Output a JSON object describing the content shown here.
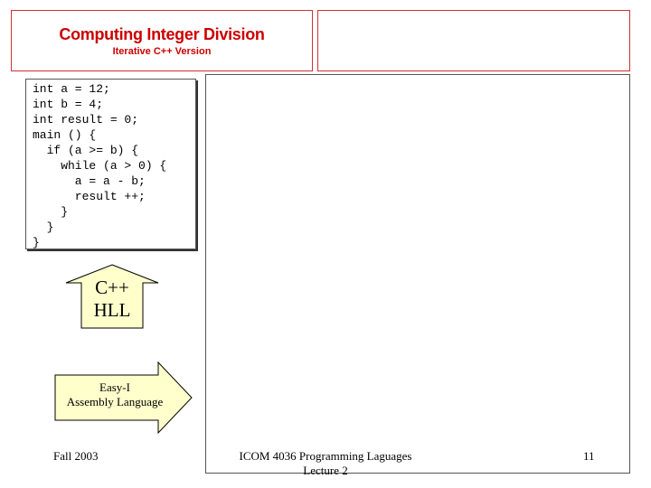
{
  "slide": {
    "title": "Computing Integer Division",
    "subtitle": "Iterative C++ Version"
  },
  "code": {
    "lines": [
      "int a = 12;",
      "int b = 4;",
      "int result = 0;",
      "main () {",
      "  if (a >= b) {",
      "    while (a > 0) {",
      "      a = a - b;",
      "      result ++;",
      "    }",
      "  }",
      "}"
    ]
  },
  "labels": {
    "hll_line1": "C++",
    "hll_line2": "HLL",
    "asm_line1": "Easy-I",
    "asm_line2": "Assembly Language"
  },
  "footer": {
    "date": "Fall 2003",
    "course_line1": "ICOM 4036 Programming Laguages",
    "course_line2": "Lecture 2",
    "page_number": "11"
  },
  "colors": {
    "title": "#cc0000",
    "border_accent": "#cc3333",
    "callout_fill": "#ffffcc"
  }
}
